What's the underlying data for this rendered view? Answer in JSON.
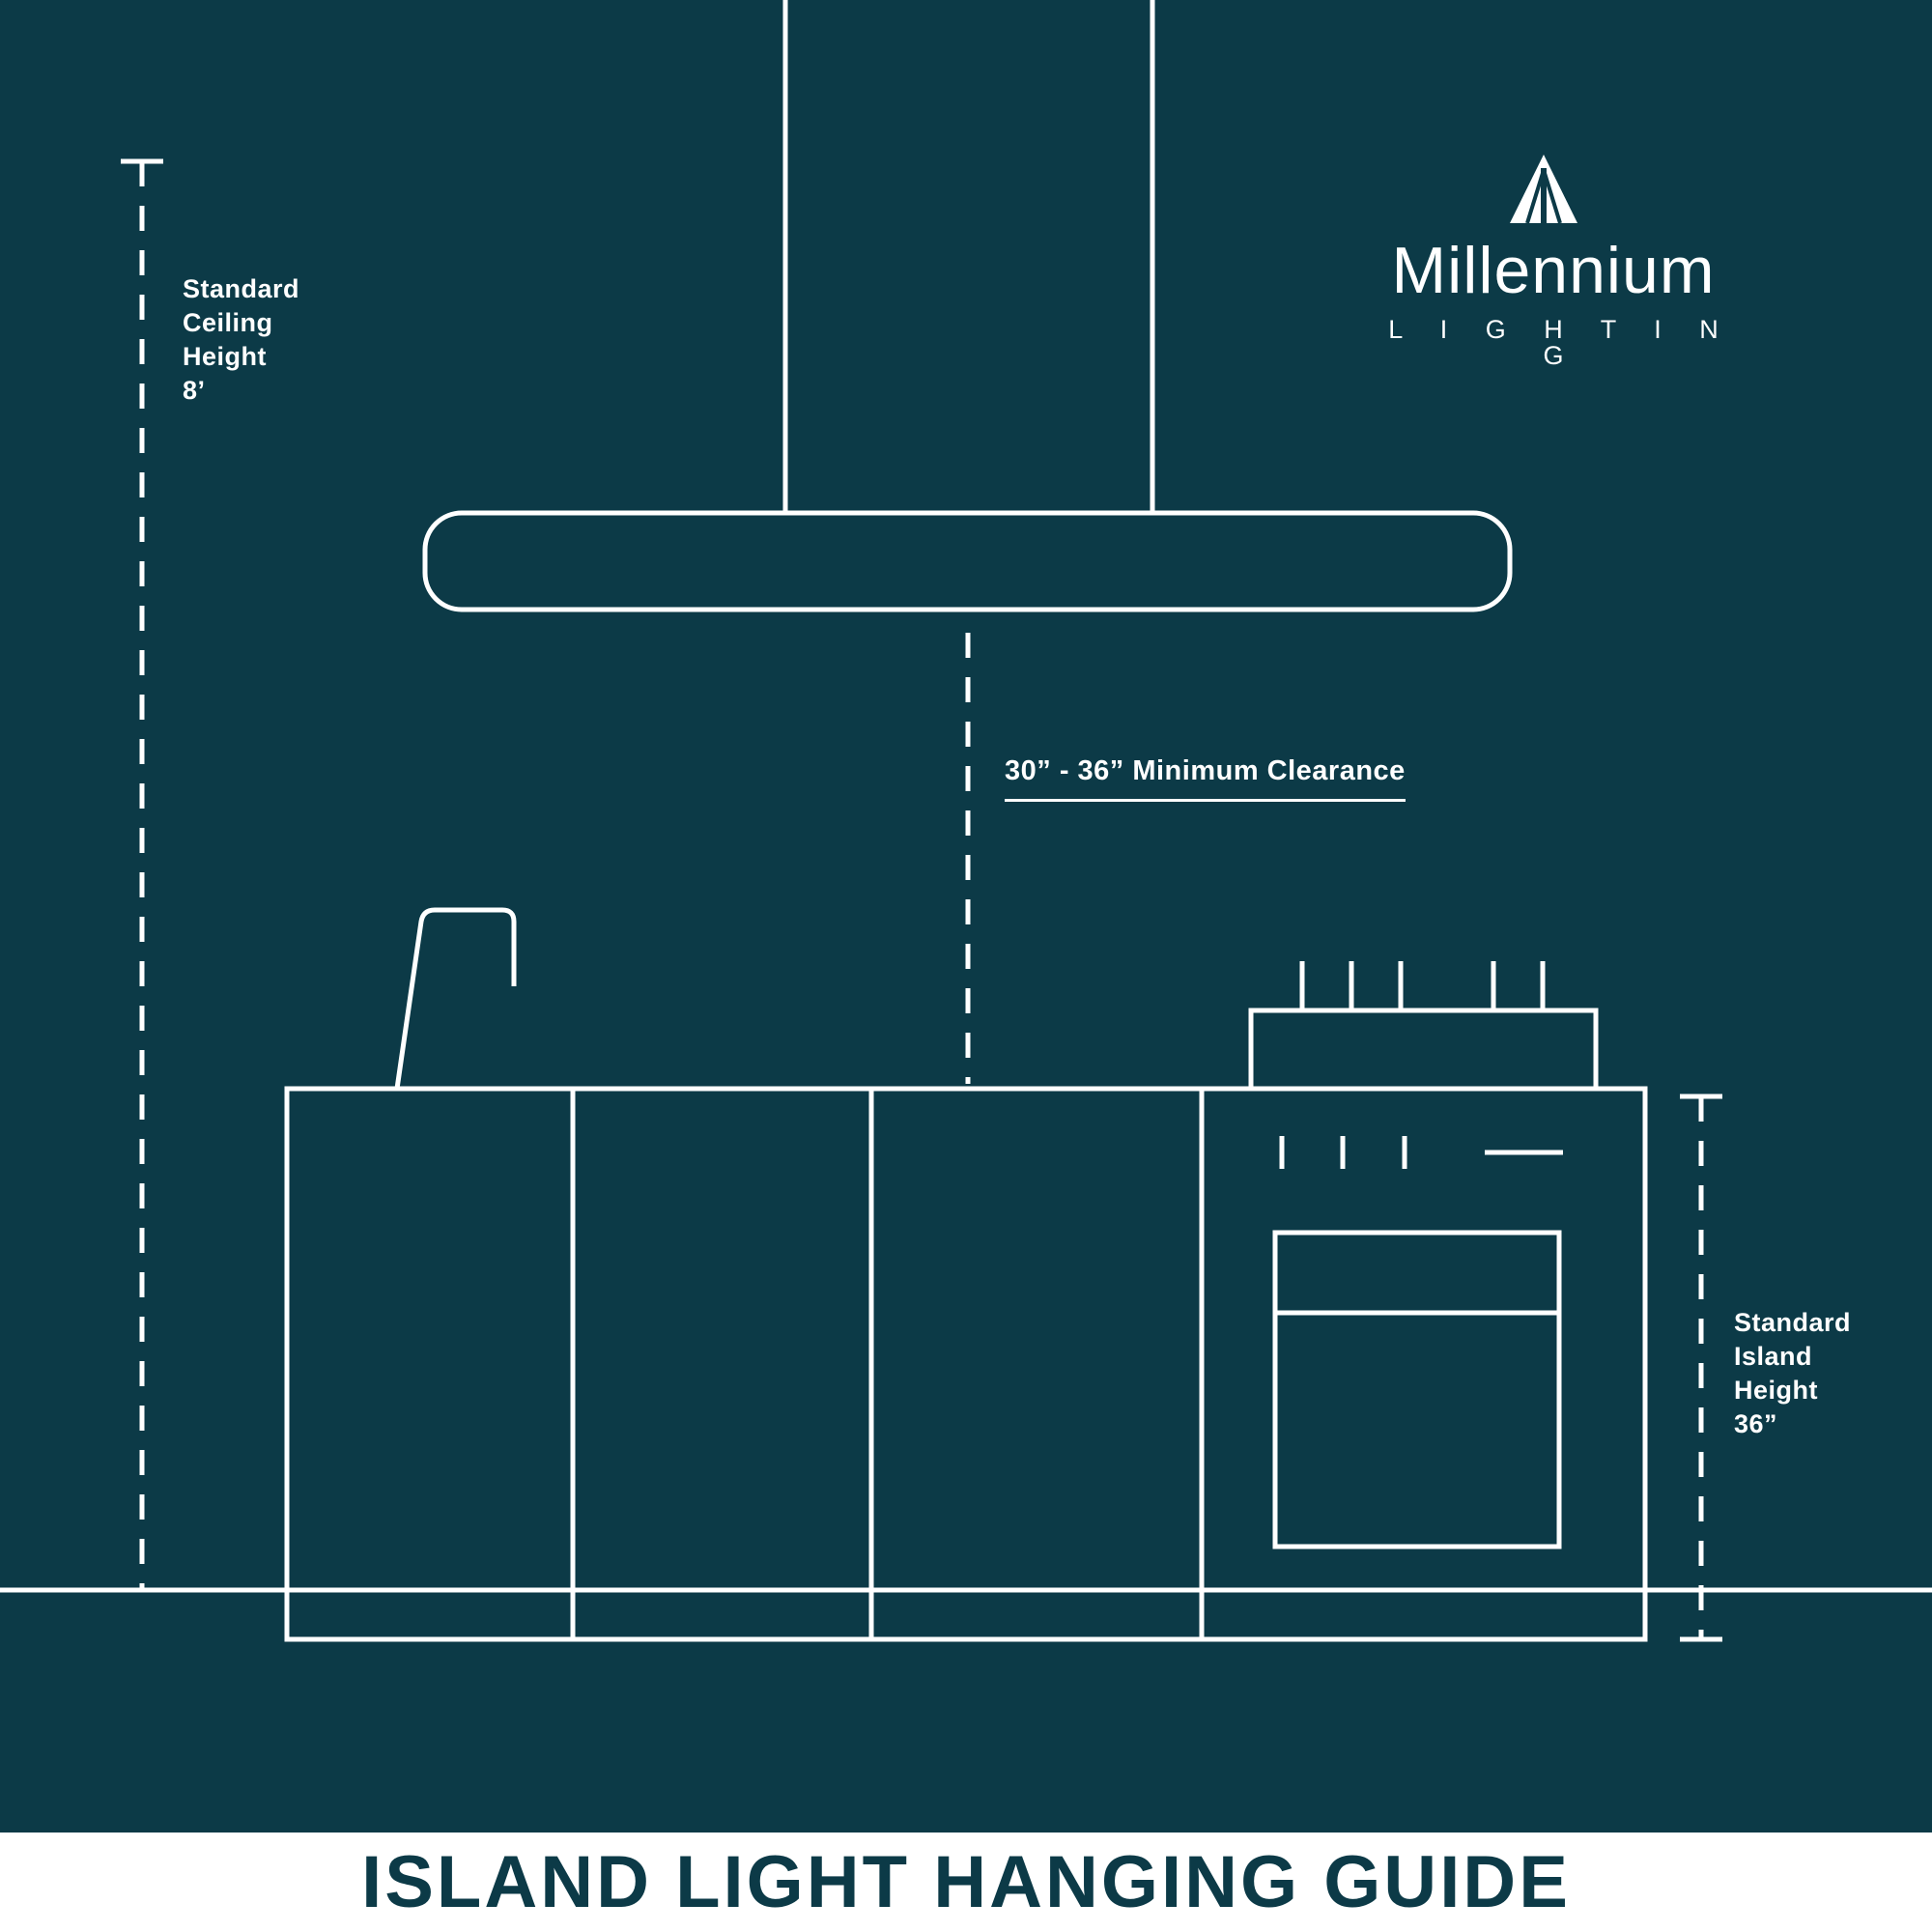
{
  "colors": {
    "background": "#0c3a47",
    "line": "#ffffff",
    "title_bar_background": "#ffffff",
    "title_text": "#0c3a47"
  },
  "logo": {
    "wordmark": "Millennium",
    "subtitle": "L I G H T I N G"
  },
  "dimensions": {
    "ceiling_label": "Standard\nCeiling\nHeight\n8’",
    "clearance_label": "30” - 36” Minimum Clearance",
    "island_label": "Standard\nIsland\nHeight\n36”"
  },
  "footer": {
    "title": "ISLAND LIGHT HANGING GUIDE"
  }
}
